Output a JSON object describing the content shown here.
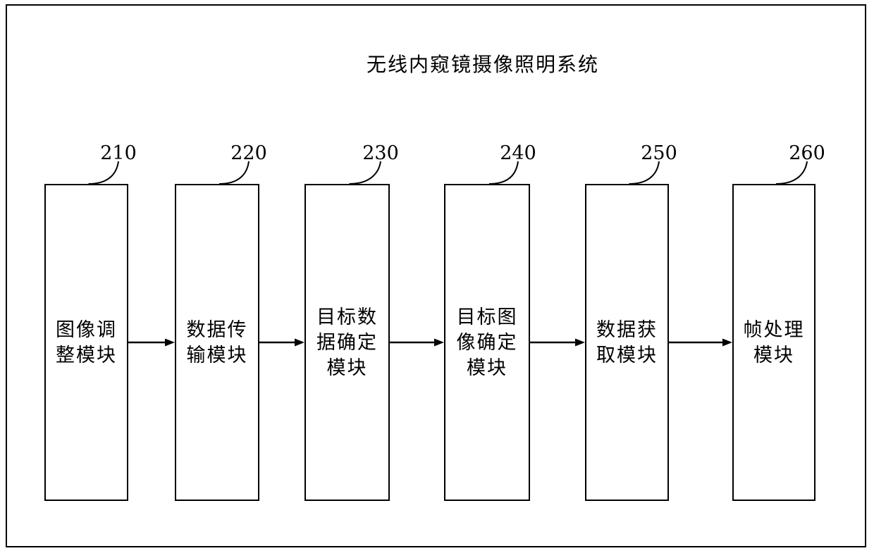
{
  "diagram_title": "无线内窥镜摄像照明系统",
  "modules": [
    {
      "ref": "210",
      "label": "图像调整模块",
      "lines": [
        "图像调",
        "整模块"
      ]
    },
    {
      "ref": "220",
      "label": "数据传输模块",
      "lines": [
        "数据传",
        "输模块"
      ]
    },
    {
      "ref": "230",
      "label": "目标数据确定模块",
      "lines": [
        "目标数",
        "据确定",
        "模块"
      ]
    },
    {
      "ref": "240",
      "label": "目标图像确定模块",
      "lines": [
        "目标图",
        "像确定",
        "模块"
      ]
    },
    {
      "ref": "250",
      "label": "数据获取模块",
      "lines": [
        "数据获",
        "取模块"
      ]
    },
    {
      "ref": "260",
      "label": "帧处理模块",
      "lines": [
        "帧处理",
        "模块"
      ]
    }
  ],
  "connections": [
    {
      "from": "210",
      "to": "220"
    },
    {
      "from": "220",
      "to": "230"
    },
    {
      "from": "230",
      "to": "240"
    },
    {
      "from": "240",
      "to": "250"
    },
    {
      "from": "250",
      "to": "260"
    }
  ],
  "colors": {
    "line": "#000000",
    "background": "#ffffff"
  }
}
